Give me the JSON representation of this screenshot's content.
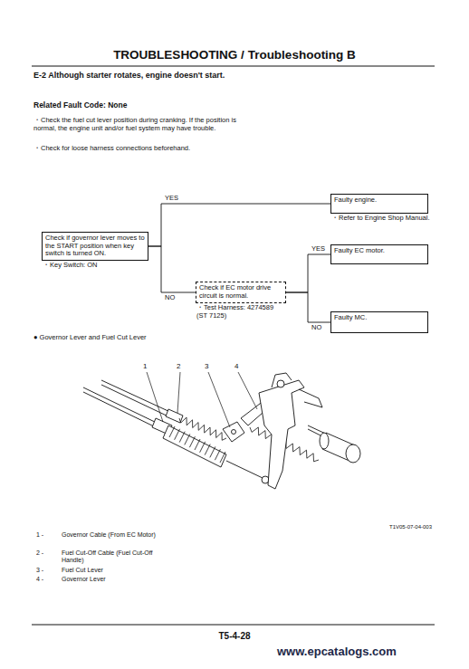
{
  "diagram": {
    "title": "TROUBLESHOOTING / Troubleshooting B",
    "nodes": [
      {
        "text": [
          "Check if governor lever moves to the START position when key switch is turned ON.",
          "・Key Switch: ON"
        ]
      },
      {
        "text": [
          "Faulty engine.",
          "・Refer to Engine Shop Manual."
        ]
      },
      {
        "text": [
          "Check if EC motor drive circuit is normal.",
          "・Test Harness: 4274589 (ST 7125)"
        ]
      },
      {
        "text": [
          "Faulty EC motor."
        ]
      },
      {
        "text": [
          "Faulty MC."
        ]
      }
    ],
    "edges": [
      {
        "from": 0,
        "to": 1,
        "label": "YES",
        "arrow": "none"
      },
      {
        "from": 0,
        "to": 2,
        "label": "NO",
        "arrow": "none"
      },
      {
        "from": 2,
        "to": 3,
        "label": "YES",
        "arrow": "none"
      },
      {
        "from": 2,
        "to": 4,
        "label": "NO",
        "arrow": "none"
      }
    ],
    "labels": [
      "E-2 Although starter rotates, engine doesn't start.",
      "Related Fault Code: None",
      "・Check the fuel cut lever position during cranking. If the position is normal, the engine unit and/or fuel system may have trouble.",
      "・Check for loose harness connections beforehand.",
      "● Governor Lever and Fuel Cut Lever",
      "1",
      "2",
      "3",
      "4",
      "T1V05-07-04-003",
      "1 -",
      "Governor Cable (From EC Motor)",
      "2 -",
      "Fuel Cut-Off Cable (Fuel Cut-Off Handle)",
      "3 -",
      "Fuel Cut Lever",
      "4 -",
      "Governor Lever",
      "T5-4-28",
      "www.epcatalogs.com"
    ]
  }
}
